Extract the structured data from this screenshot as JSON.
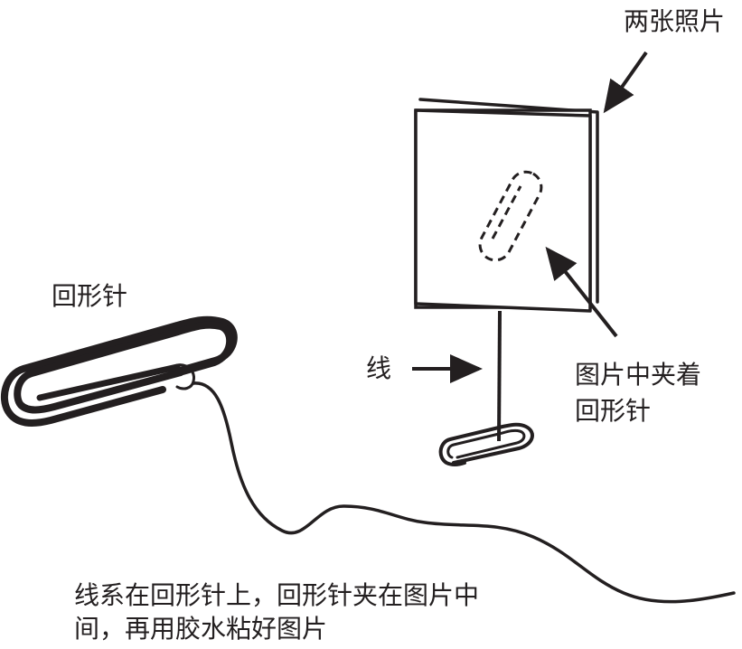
{
  "labels": {
    "two_photos": "两张照片",
    "paperclip": "回形针",
    "thread": "线",
    "clip_inside_line1": "图片中夹着",
    "clip_inside_line2": "回形针",
    "caption_line1": "线系在回形针上，回形针夹在图片中",
    "caption_line2": "间，再用胶水粘好图片"
  }
}
